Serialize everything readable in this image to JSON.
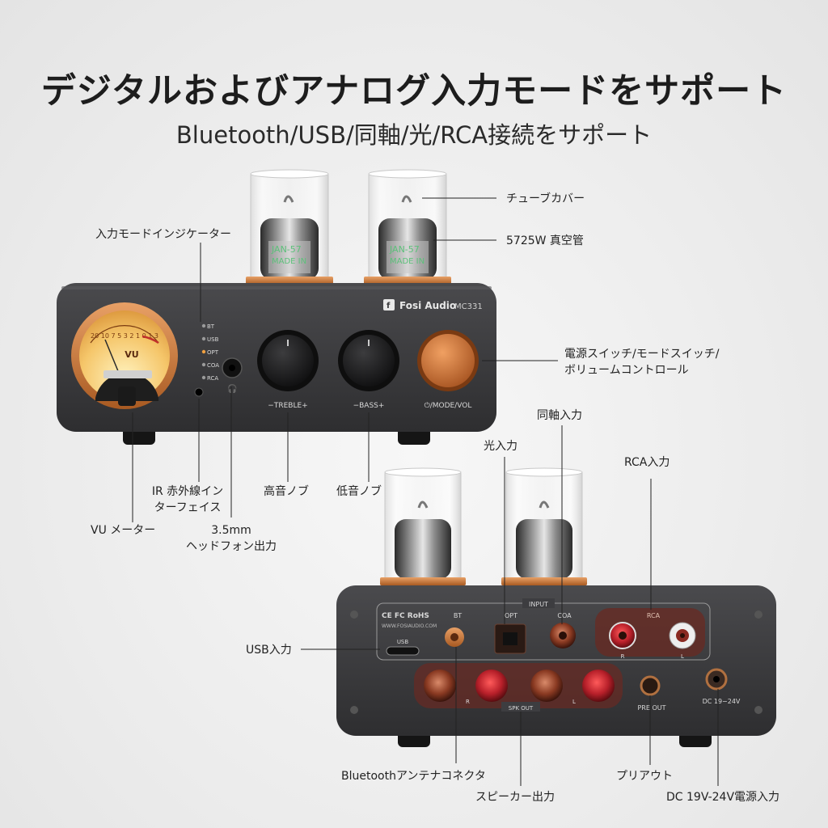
{
  "header": {
    "title": "デジタルおよびアナログ入力モードをサポート",
    "subtitle": "Bluetooth/USB/同軸/光/RCA接続をサポート"
  },
  "front": {
    "brand": "Fosi Audio",
    "model": "MC331",
    "tube_print_1": "JAN-57",
    "tube_print_2": "MADE IN",
    "vu_label": "VU",
    "vu_scale": "20 10 7 5 3 2 1 0 1 3",
    "indicators": [
      "BT",
      "USB",
      "OPT",
      "COA",
      "RCA"
    ],
    "knob_treble": "−TREBLE+",
    "knob_bass": "−BASS+",
    "knob_volume": "⏻/MODE/VOL"
  },
  "rear": {
    "ce_mark": "CE FC RoHS",
    "website": "WWW.FOSIAUDIO.COM",
    "input_group": "INPUT",
    "bt": "BT",
    "usb": "USB",
    "opt": "OPT",
    "coa": "COA",
    "rca": "RCA",
    "rca_r": "R",
    "rca_l": "L",
    "spk_r": "R",
    "spk_l": "L",
    "spk_out": "SPK OUT",
    "pre_out": "PRE OUT",
    "dc": "DC 19−24V"
  },
  "callouts": {
    "tube_cover": "チューブカバー",
    "tube": "5725W 真空管",
    "input_indicator": "入力モードインジケーター",
    "power_switch_1": "電源スイッチ/モードスイッチ/",
    "power_switch_2": "ボリュームコントロール",
    "coaxial": "同軸入力",
    "optical": "光入力",
    "rca_input": "RCA入力",
    "ir_1": "IR 赤外線イン",
    "ir_2": "ターフェイス",
    "treble": "高音ノブ",
    "bass": "低音ノブ",
    "vu_meter": "VU メーター",
    "headphone_1": "3.5mm",
    "headphone_2": "ヘッドフォン出力",
    "usb_input": "USB入力",
    "bt_antenna": "Bluetoothアンテナコネクタ",
    "preout": "プリアウト",
    "speaker_out": "スピーカー出力",
    "dc_power": "DC 19V-24V電源入力"
  },
  "colors": {
    "chassis": "#3a3a3c",
    "copper": "#c97a3a",
    "vu_face": "#f2b65a",
    "red_post": "#b8202a",
    "line": "#222222"
  }
}
